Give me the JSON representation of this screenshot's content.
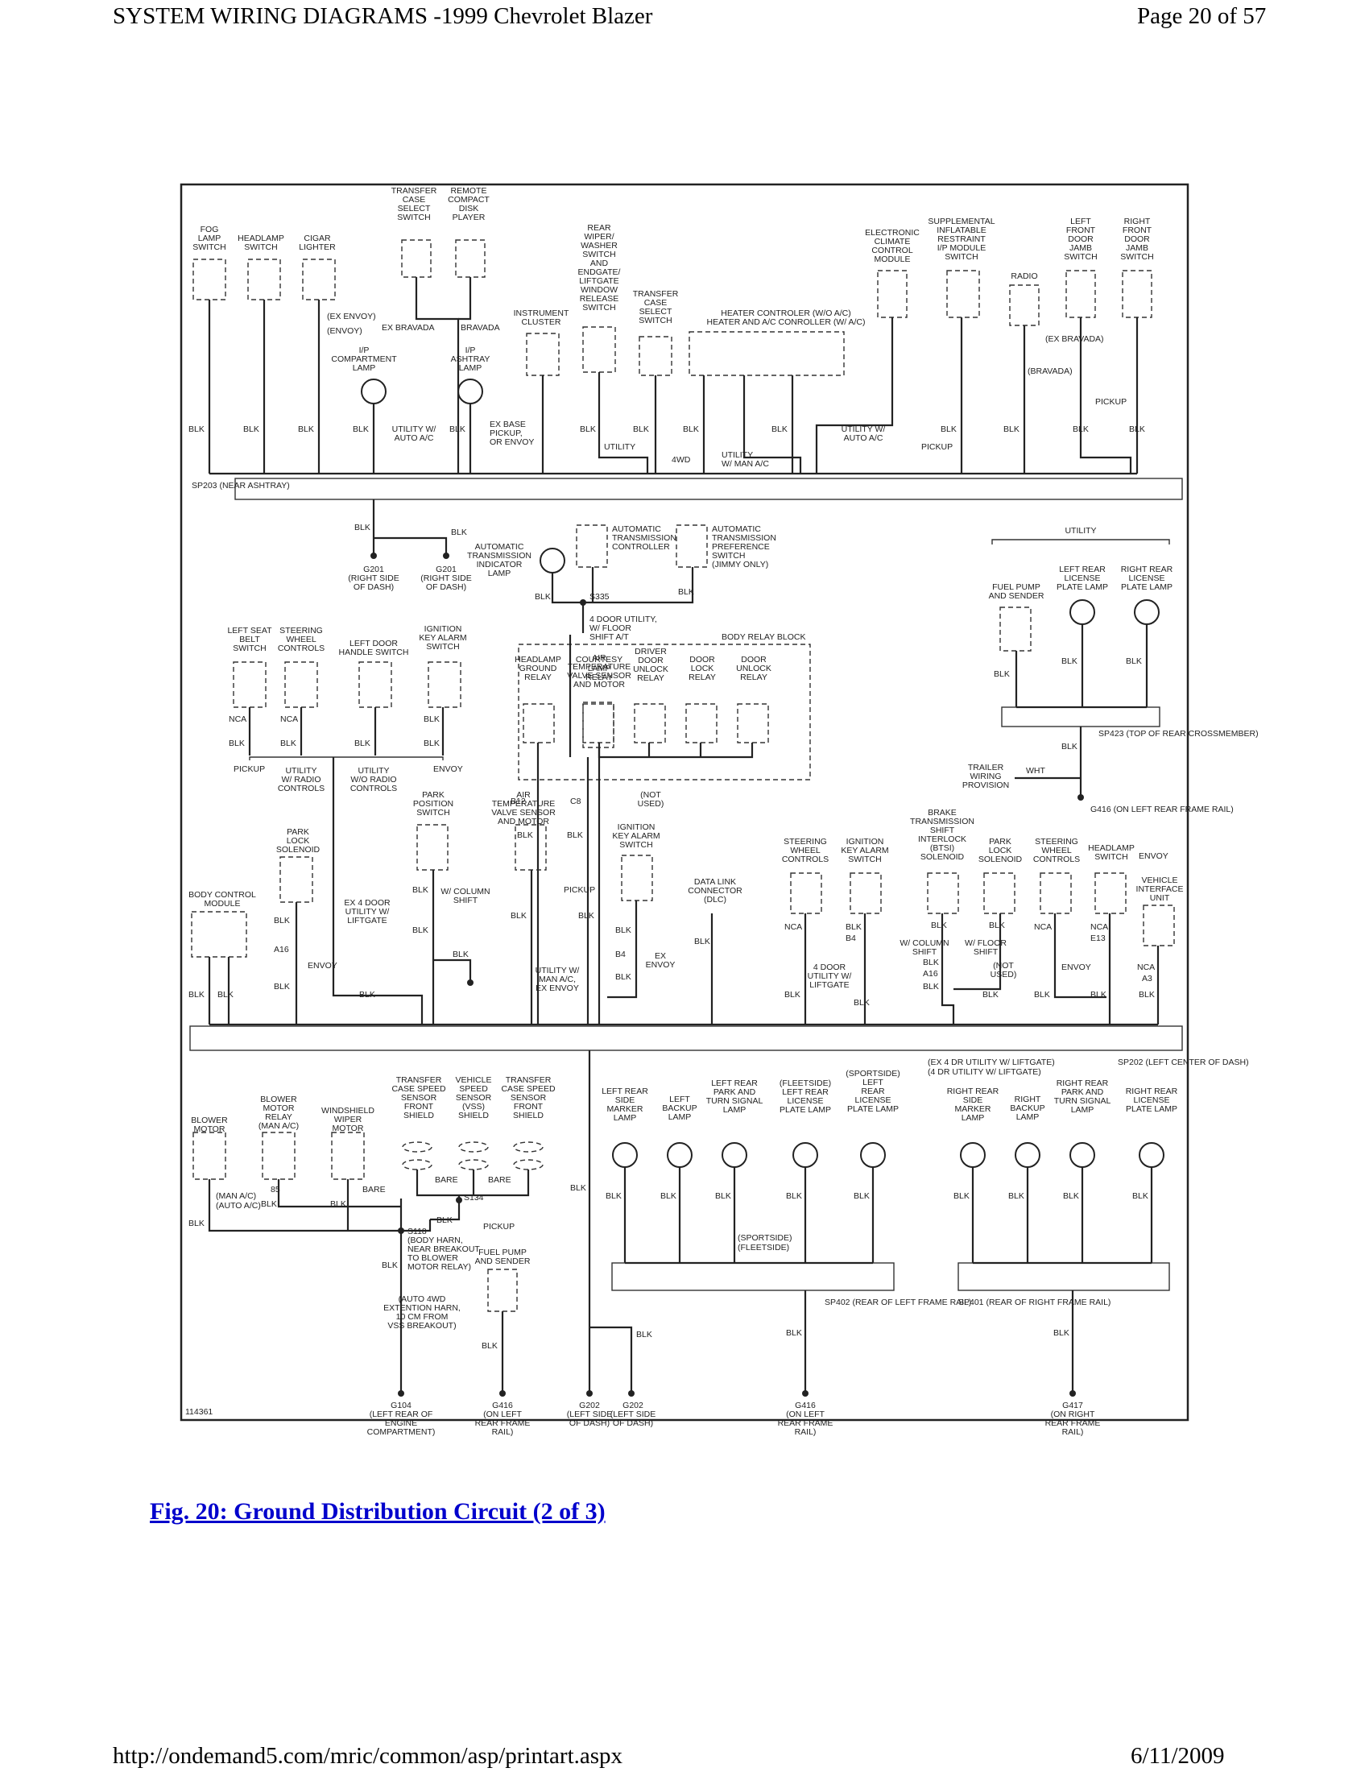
{
  "header": {
    "title": "SYSTEM WIRING DIAGRAMS -1999 Chevrolet Blazer",
    "page": "Page 20 of 57"
  },
  "footer": {
    "url": "http://ondemand5.com/mric/common/asp/printart.aspx",
    "date": "6/11/2009"
  },
  "caption": "Fig. 20: Ground Distribution Circuit (2 of 3)",
  "diagram": {
    "figure_id": "114361",
    "top_components": [
      "FOG LAMP SWITCH",
      "HEADLAMP SWITCH",
      "CIGAR LIGHTER",
      "TRANSFER CASE SELECT SWITCH",
      "REMOTE COMPACT DISK PLAYER",
      "I/P COMPARTMENT LAMP",
      "I/P ASHTRAY LAMP",
      "INSTRUMENT CLUSTER",
      "REAR WIPER/ WASHER SWITCH AND ENDGATE/ LIFTGATE WINDOW RELEASE SWITCH",
      "TRANSFER CASE SELECT SWITCH",
      "HEATER CONTROLER (W/O A/C) HEATER AND A/C CONROLLER (W/ A/C)",
      "ELECTRONIC CLIMATE CONTROL MODULE",
      "SUPPLEMENTAL INFLATABLE RESTRAINT I/P MODULE SWITCH",
      "RADIO",
      "LEFT FRONT DOOR JAMB SWITCH",
      "RIGHT FRONT DOOR JAMB SWITCH"
    ],
    "splices": {
      "sp203": "SP203 (NEAR ASHTRAY)",
      "sp202": "SP202 (LEFT CENTER OF DASH)",
      "sp423": "SP423 (TOP OF REAR CROSSMEMBER)",
      "sp402": "SP402 (REAR OF LEFT FRAME RAIL)",
      "sp401": "SP401 (REAR OF RIGHT FRAME RAIL)",
      "s335": "S335",
      "s134": "S134",
      "s118": "S118 (BODY HARN, NEAR BREAKOUT TO BLOWER MOTOR RELAY)"
    },
    "grounds": {
      "g201a": "G201 (RIGHT SIDE OF DASH)",
      "g201b": "G201 (RIGHT SIDE OF DASH)",
      "g416_top": "G416 (ON LEFT REAR FRAME RAIL)",
      "g104": "G104 (LEFT REAR OF ENGINE COMPARTMENT)",
      "g416a": "G416 (ON LEFT REAR FRAME RAIL)",
      "g202a": "G202 (LEFT SIDE OF DASH)",
      "g202b": "G202 (LEFT SIDE OF DASH)",
      "g416b": "G416 (ON LEFT REAR FRAME RAIL)",
      "g417": "G417 (ON RIGHT REAR FRAME RAIL)"
    },
    "middle_components": {
      "at_ind": "AUTOMATIC TRANSMISSION INDICATOR LAMP",
      "at_ctrl": "AUTOMATIC TRANSMISSION CONTROLLER",
      "at_pref": "AUTOMATIC TRANSMISSION PREFERENCE SWITCH (JIMMY ONLY)",
      "relay_block": "BODY RELAY BLOCK",
      "utility": "UTILITY",
      "fuel_pump": "FUEL PUMP AND SENDER",
      "lr_lic": "LEFT REAR LICENSE PLATE LAMP",
      "rr_lic": "RIGHT REAR LICENSE PLATE LAMP",
      "trailer": "TRAILER WIRING PROVISION",
      "door_switches": [
        "LEFT SEAT BELT SWITCH",
        "STEERING WHEEL CONTROLS",
        "LEFT DOOR HANDLE SWITCH",
        "IGNITION KEY ALARM SWITCH"
      ],
      "relays": [
        "HEADLAMP GROUND RELAY",
        "COURTESY LAMP RELAY",
        "DRIVER DOOR UNLOCK RELAY",
        "DOOR LOCK RELAY",
        "DOOR UNLOCK RELAY"
      ],
      "air_temp_1": "AIR TEMPERATURE VALVE SENSOR AND MOTOR",
      "air_temp_2": "AIR TEMPERATURE VALVE SENSOR AND MOTOR",
      "park_pos": "PARK POSITION SWITCH",
      "park_lock": "PARK LOCK SOLENOID",
      "bcm": "BODY CONTROL MODULE",
      "ign_key": "IGNITION KEY ALARM SWITCH",
      "dlc": "DATA LINK CONNECTOR (DLC)",
      "right_group": [
        "STEERING WHEEL CONTROLS",
        "IGNITION KEY ALARM SWITCH",
        "BRAKE TRANSMISSION SHIFT INTERLOCK (BTSI) SOLENOID",
        "PARK LOCK SOLENOID",
        "STEERING WHEEL CONTROLS",
        "HEADLAMP SWITCH",
        "VEHICLE INTERFACE UNIT"
      ]
    },
    "bottom_components": {
      "blower": "BLOWER MOTOR",
      "blower_relay": "BLOWER MOTOR RELAY (MAN A/C)",
      "wiper": "WINDSHIELD WIPER MOTOR",
      "tc_shield_1": "TRANSFER CASE SPEED SENSOR FRONT SHIELD",
      "vss": "VEHICLE SPEED SENSOR (VSS) SHIELD",
      "tc_shield_2": "TRANSFER CASE SPEED SENSOR FRONT SHIELD",
      "fuel_pump_b": "FUEL PUMP AND SENDER",
      "auto4wd": "(AUTO 4WD EXTENTION HARN, 10 CM FROM VSS BREAKOUT)",
      "rear_lamps": [
        "LEFT REAR SIDE MARKER LAMP",
        "LEFT BACKUP LAMP",
        "LEFT REAR PARK AND TURN SIGNAL LAMP",
        "(FLEETSIDE) LEFT REAR LICENSE PLATE LAMP",
        "(SPORTSIDE) LEFT REAR LICENSE PLATE LAMP",
        "RIGHT REAR SIDE MARKER LAMP",
        "RIGHT BACKUP LAMP",
        "RIGHT REAR PARK AND TURN SIGNAL LAMP",
        "RIGHT REAR LICENSE PLATE LAMP"
      ],
      "legend_1": "(EX 4 DR UTILITY W/ LIFTGATE)",
      "legend_2": "(4 DR UTILITY W/ LIFTGATE)"
    },
    "wire_color": "BLK",
    "notes": [
      "(EX ENVOY)",
      "(ENVOY)",
      "EX BRAVADA",
      "BRAVADA",
      "UTILITY W/ AUTO A/C",
      "EX BASE PICKUP, OR ENVOY",
      "UTILITY",
      "4WD",
      "UTILITY W/ MAN A/C",
      "PICKUP",
      "ENVOY",
      "EX 4 DOOR UTILITY W/ LIFTGATE",
      "W/ COLUMN SHIFT",
      "W/ FLOOR SHIFT",
      "(NOT USED)",
      "4 DOOR UTILITY, W/ FLOOR SHIFT A/T",
      "4 DOOR UTILITY W/ LIFTGATE",
      "UTILITY W/ RADIO CONTROLS",
      "UTILITY W/O RADIO CONTROLS",
      "EX ENVOY",
      "UTILITY W/ MAN A/C, EX ENVOY",
      "WHT",
      "(MAN A/C)",
      "(AUTO A/C)",
      "BARE",
      "NCA",
      "(SPORTSIDE)",
      "(FLEETSIDE)",
      "(EX BRAVADA)",
      "(BRAVADA)"
    ]
  }
}
